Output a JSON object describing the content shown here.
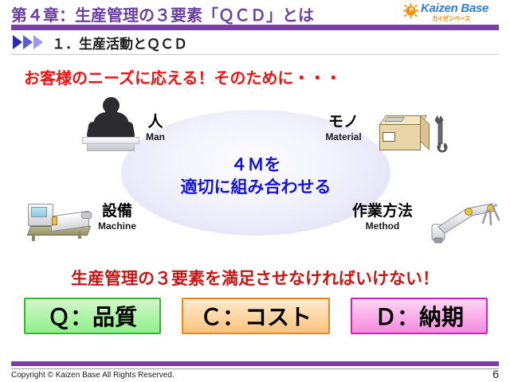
{
  "header": {
    "title": "第４章：生産管理の３要素「ＱＣＤ」とは",
    "rule_color": "#7b3fa8",
    "title_color": "#6b3fa0"
  },
  "logo": {
    "mark_icon": "gear-sun-icon",
    "text": "Kaizen Base",
    "subtext": "カイゼンベース",
    "text_color": "#2f7fd0",
    "subtext_color": "#f08000"
  },
  "subheading": {
    "label": "１．生産活動とＱＣＤ",
    "chevron_icon": "triple-chevron-right-icon",
    "chevron_colors": [
      "#2a2ab4",
      "#5b5bd6",
      "#9a9ae8"
    ]
  },
  "callouts": {
    "needs": "お客様のニーズに応える！そのために・・・",
    "needs_color": "#ee1111",
    "satisfy": "生産管理の３要素を満足させなければいけない！",
    "satisfy_color": "#c81414"
  },
  "four_m": {
    "center_line1": "４Ｍを",
    "center_line2": "適切に組み合わせる",
    "center_color": "#1414d2",
    "items": [
      {
        "jp": "人",
        "en": "Man",
        "icon": "person-at-desk-icon"
      },
      {
        "jp": "モノ",
        "en": "Material",
        "icon": "cardboard-box-wrench-icon"
      },
      {
        "jp": "設備",
        "en": "Machine",
        "icon": "industrial-machine-icon"
      },
      {
        "jp": "作業方法",
        "en": "Method",
        "icon": "robot-arm-icon"
      }
    ]
  },
  "qcd": [
    {
      "label": "Ｑ：品質",
      "fill_from": "#d4f7c9",
      "fill_to": "#8ef08a",
      "border": "#36b436"
    },
    {
      "label": "Ｃ：コスト",
      "fill_from": "#fdeacd",
      "fill_to": "#f9c37d",
      "border": "#e8861a"
    },
    {
      "label": "Ｄ：納期",
      "fill_from": "#fdd6f2",
      "fill_to": "#f58ae0",
      "border": "#d61fb4"
    }
  ],
  "footer": {
    "copyright": "Copyright ©  Kaizen Base  All Rights Reserved.",
    "page_number": "6",
    "bar_color": "#7b3fa8"
  }
}
